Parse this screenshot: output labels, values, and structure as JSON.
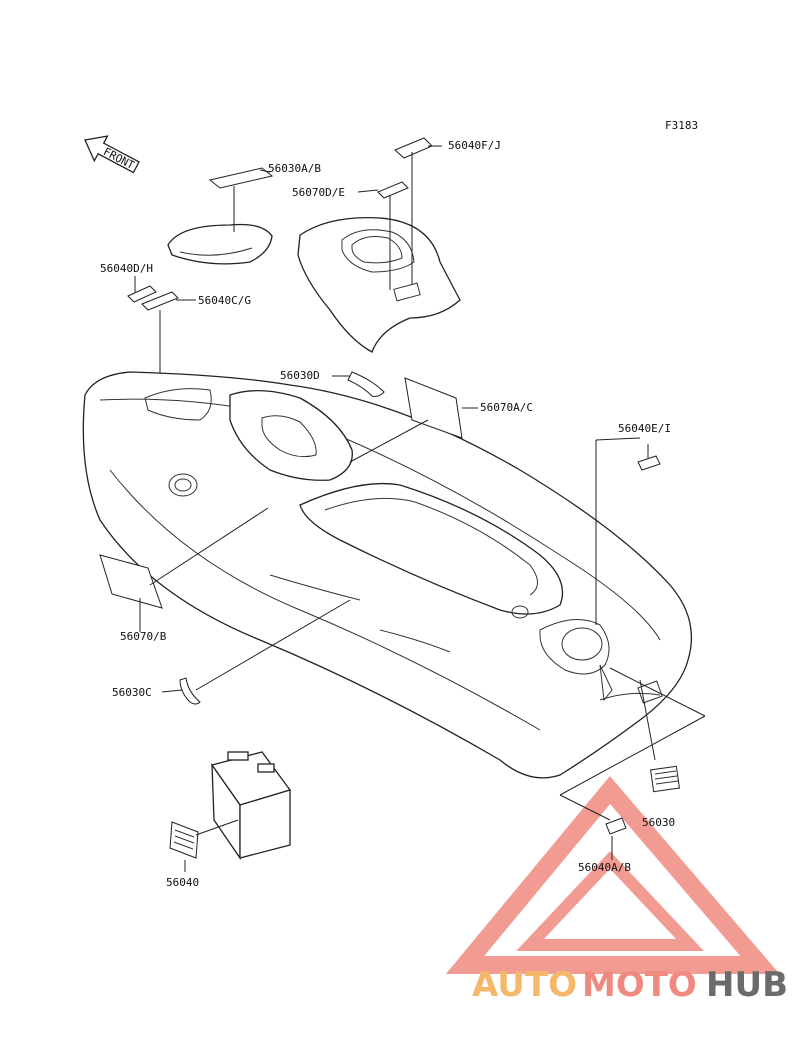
{
  "figure_code": "F3183",
  "front_arrow": "FRONT",
  "labels": {
    "p56030AB": "56030A/B",
    "p56040FJ": "56040F/J",
    "p56070DE": "56070D/E",
    "p56040DH": "56040D/H",
    "p56040CG": "56040C/G",
    "p56030D": "56030D",
    "p56070AC": "56070A/C",
    "p56040EI": "56040E/I",
    "p56070B": "56070/B",
    "p56030C": "56030C",
    "p56030": "56030",
    "p56040AB": "56040A/B",
    "p56040": "56040"
  },
  "watermark": {
    "part1": "AUTO",
    "part2": "MOTO",
    "part3": "HUB",
    "colors": {
      "auto": "#f5b86a",
      "moto": "#f08a80",
      "hub": "#6b6b6b",
      "triangle": "#f08a80"
    }
  }
}
